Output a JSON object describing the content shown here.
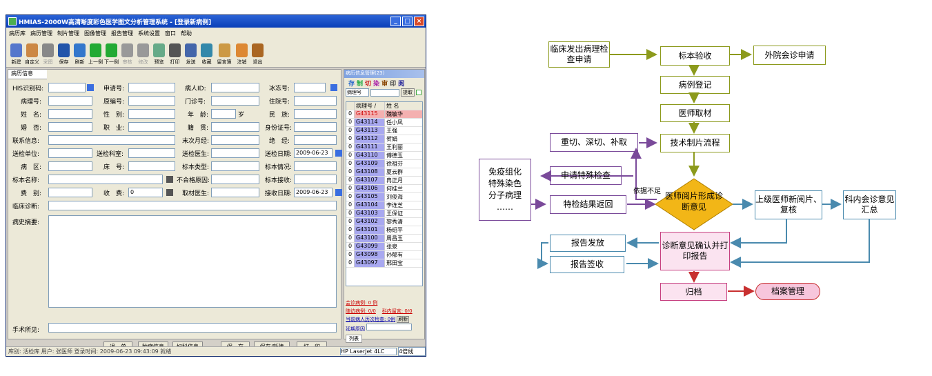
{
  "window": {
    "title": "HMIAS-2000W高清晰度彩色医学图文分析管理系统 - [登录新病例]",
    "controls": [
      "_",
      "□",
      "×"
    ]
  },
  "menu": [
    "病历库",
    "病历管理",
    "制片管理",
    "图像管理",
    "报告管理",
    "系统设置",
    "窗口",
    "帮助"
  ],
  "toolbar": [
    {
      "label": "新建",
      "color": "#5577cc",
      "dis": false
    },
    {
      "label": "自定义",
      "color": "#cc8844",
      "dis": false
    },
    {
      "label": "采图",
      "color": "#888888",
      "dis": true
    },
    {
      "label": "保存",
      "color": "#2255aa",
      "dis": false
    },
    {
      "label": "刷新",
      "color": "#3377cc",
      "dis": false
    },
    {
      "label": "上一例",
      "color": "#22aa33",
      "dis": false
    },
    {
      "label": "下一例",
      "color": "#22aa33",
      "dis": false
    },
    {
      "label": "审核",
      "color": "#999999",
      "dis": true
    },
    {
      "label": "修改",
      "color": "#999999",
      "dis": true
    },
    {
      "label": "预览",
      "color": "#66aa88",
      "dis": false
    },
    {
      "label": "打印",
      "color": "#555555",
      "dis": false
    },
    {
      "label": "发送",
      "color": "#4466aa",
      "dis": false
    },
    {
      "label": "收藏",
      "color": "#3388aa",
      "dis": false
    },
    {
      "label": "留言簿",
      "color": "#cc9944",
      "dis": false
    },
    {
      "label": "注销",
      "color": "#dd8833",
      "dis": false
    },
    {
      "label": "退出",
      "color": "#aa6622",
      "dis": false
    }
  ],
  "form": {
    "tab": "病历信息",
    "labels": [
      "HIS识别码:",
      "申请号:",
      "病人ID:",
      "冰冻号:",
      "病理号:",
      "原编号:",
      "门诊号:",
      "住院号:",
      "姓　名:",
      "性　别:",
      "年　龄:",
      "民　族:",
      "婚　否:",
      "职　业:",
      "籍　贯:",
      "身份证号:",
      "联系信息:",
      "末次月经:",
      "绝　经:",
      "送检单位:",
      "送检科室:",
      "送检医生:",
      "送检日期:",
      "病　区:",
      "床　号:",
      "标本类型:",
      "标本情况:",
      "标本名称:",
      "不合格原因:",
      "标本接收:",
      "费　别:",
      "收　费:",
      "取材医生:",
      "接收日期:",
      "临床诊断:",
      "病史摘要:",
      "手术所见:"
    ],
    "values": {
      "age_unit": "岁",
      "fee": "0",
      "send_date": "2009-06-23",
      "receive_date": "2009-06-23"
    },
    "buttons": [
      "退　单",
      "肿瘤信息",
      "妇科信息",
      "保　存",
      "保存/新建",
      "打　印"
    ]
  },
  "right_panel": {
    "title": "病历信息管理(23)",
    "icons": [
      {
        "t": "存",
        "c": "#2266cc"
      },
      {
        "t": "制",
        "c": "#22aa44"
      },
      {
        "t": "切",
        "c": "#cc2222"
      },
      {
        "t": "染",
        "c": "#aa22aa"
      },
      {
        "t": "审",
        "c": "#884400"
      },
      {
        "t": "印",
        "c": "#444444"
      },
      {
        "t": "阅",
        "c": "#222299"
      }
    ],
    "search_field": "病理号",
    "search_btn": "提取",
    "col_headers": [
      "病理号 /",
      "姓 名"
    ],
    "rows": [
      {
        "n": "0",
        "id": "G43115",
        "name": "魏敏华",
        "sel": true
      },
      {
        "n": "0",
        "id": "G43114",
        "name": "任小凤"
      },
      {
        "n": "0",
        "id": "G43113",
        "name": "王强"
      },
      {
        "n": "0",
        "id": "G43112",
        "name": "贺娟"
      },
      {
        "n": "0",
        "id": "G43111",
        "name": "王利丽"
      },
      {
        "n": "0",
        "id": "G43110",
        "name": "傅德玉"
      },
      {
        "n": "0",
        "id": "G43109",
        "name": "徐祖芬"
      },
      {
        "n": "0",
        "id": "G43108",
        "name": "夏云群"
      },
      {
        "n": "0",
        "id": "G43107",
        "name": "冉正月"
      },
      {
        "n": "0",
        "id": "G43106",
        "name": "何桂兰"
      },
      {
        "n": "0",
        "id": "G43105",
        "name": "刘俊海"
      },
      {
        "n": "0",
        "id": "G43104",
        "name": "李连芝"
      },
      {
        "n": "0",
        "id": "G43103",
        "name": "王保证"
      },
      {
        "n": "0",
        "id": "G43102",
        "name": "黎秀清"
      },
      {
        "n": "0",
        "id": "G43101",
        "name": "杨绍平"
      },
      {
        "n": "0",
        "id": "G43100",
        "name": "周昌玉"
      },
      {
        "n": "0",
        "id": "G43099",
        "name": "张泉"
      },
      {
        "n": "0",
        "id": "G43098",
        "name": "孙郁有"
      },
      {
        "n": "0",
        "id": "G43097",
        "name": "邢田宝"
      }
    ],
    "links": [
      "会诊病例: 0 例",
      "随访病例: 0/0",
      "科内留言: 0/0",
      "当前病人历次检查: 0例",
      "延期原因"
    ],
    "refresh": "刷新",
    "list_tab": "列表"
  },
  "status": {
    "text": "库别: 活检库  用户: 张医师  登录时间: 2009-06-23 09:43:09  就绪",
    "printer": "HP LaserJet 4LC",
    "zoom": "4倍线"
  },
  "flowchart": {
    "nodes": {
      "clinical": "临床发出病理检查申请",
      "verify": "标本验收",
      "external": "外院会诊申请",
      "register": "病例登记",
      "sampling": "医师取材",
      "recut": "重切、深切、补取",
      "tech": "技术制片流程",
      "special_req": "申请特殊检查",
      "special_kinds": [
        "免疫组化",
        "特殊染色",
        "分子病理",
        "……"
      ],
      "special_ret": "特检结果返回",
      "read": "医师阅片形成诊断意见",
      "senior": "上级医师新阅片、复核",
      "consult": "科内会诊意见汇总",
      "report_out": "报告发放",
      "report_sign": "报告签收",
      "confirm": "诊断意见确认并打印报告",
      "archive": "归档",
      "records": "档案管理"
    },
    "edge_label": "依据不足",
    "colors": {
      "olive": "#8c9a1c",
      "purple": "#7a4a9a",
      "blue": "#4a8aae",
      "red": "#c83030",
      "pink": "#c64080",
      "gold": "#f2b617"
    }
  }
}
